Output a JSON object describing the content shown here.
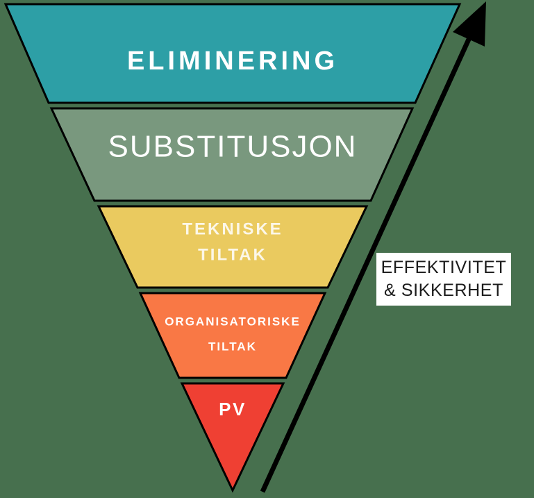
{
  "diagram": {
    "type": "inverted-pyramid-hierarchy",
    "background_color": "#47704e",
    "outline_color": "#000000",
    "levels": [
      {
        "name": "eliminering",
        "label": "ELIMINERING",
        "lines": [
          "ELIMINERING"
        ],
        "color": "#2d9fa6",
        "text_color": "#ffffff"
      },
      {
        "name": "substitusjon",
        "label": "SUBSTITUSJON",
        "lines": [
          "SUBSTITUSJON"
        ],
        "color": "#79987e",
        "text_color": "#ffffff"
      },
      {
        "name": "tekniske-tiltak",
        "label": "TEKNISKE TILTAK",
        "lines": [
          "TEKNISKE",
          "TILTAK"
        ],
        "color": "#eaca5f",
        "text_color": "#fcf7e8"
      },
      {
        "name": "organisatoriske-tiltak",
        "label": "ORGANISATORISKE TILTAK",
        "lines": [
          "ORGANISATORISKE",
          "TILTAK"
        ],
        "color": "#f97845",
        "text_color": "#ffffff"
      },
      {
        "name": "pv",
        "label": "PV",
        "lines": [
          "PV"
        ],
        "color": "#ef4033",
        "text_color": "#ffffff"
      }
    ],
    "arrow": {
      "color": "#000000",
      "label": {
        "lines": [
          "EFFEKTIVITET",
          "& SIKKERHET"
        ],
        "box_color": "#ffffff",
        "text_color": "#1b1b1b"
      }
    }
  }
}
